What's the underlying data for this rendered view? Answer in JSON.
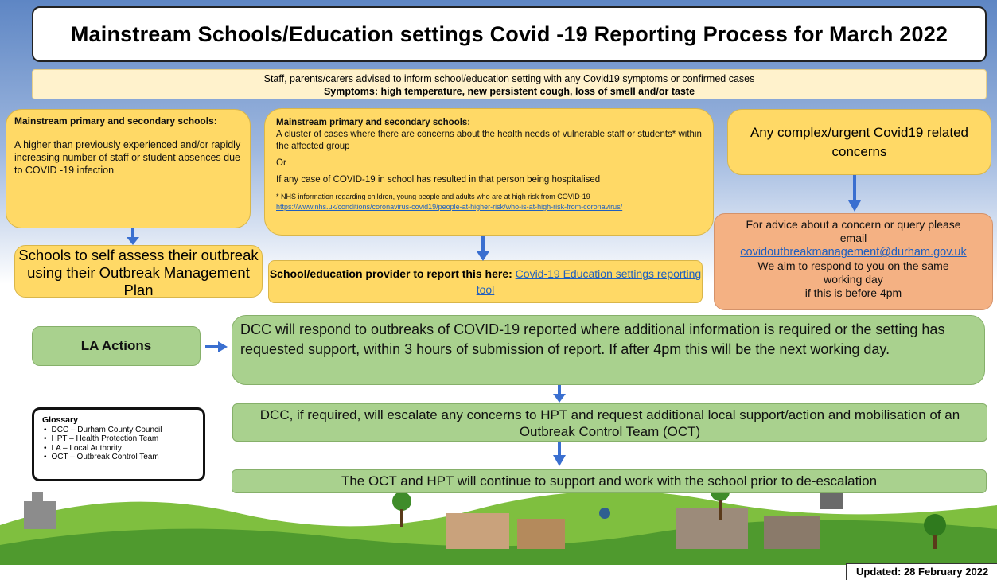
{
  "title": "Mainstream Schools/Education settings Covid -19 Reporting Process for March 2022",
  "advice": {
    "line1": "Staff, parents/carers advised to inform school/education setting with any Covid19 symptoms or confirmed cases",
    "line2": "Symptoms: high temperature, new persistent cough, loss of smell and/or taste"
  },
  "left": {
    "heading": "Mainstream primary and secondary schools:",
    "text": "A higher than previously experienced and/or rapidly increasing number of staff or student absences due to COVID -19 infection"
  },
  "middle": {
    "heading": "Mainstream primary and secondary schools:",
    "text1": "A cluster of cases where there are concerns about the health needs of vulnerable staff or students* within the affected group",
    "or": "Or",
    "text2": "If any case of COVID-19 in school has resulted in that person being hospitalised",
    "note": "* NHS information regarding children, young people and adults who are at high risk from COVID-19",
    "link": "https://www.nhs.uk/conditions/coronavirus-covid19/people-at-higher-risk/who-is-at-high-risk-from-coronavirus/"
  },
  "right": {
    "text": "Any complex/urgent Covid19 related concerns"
  },
  "self_assess": "Schools to self assess their outbreak using their Outbreak Management Plan",
  "report": {
    "text": "School/education provider to report this here: ",
    "link": "Covid-19 Education settings reporting tool"
  },
  "email": {
    "line1": "For advice about a concern or query please",
    "line2": "email",
    "address": "covidoutbreakmanagement@durham.gov.uk",
    "line3": "We aim to respond to you on the same",
    "line4": "working day",
    "line5": "if this is before 4pm"
  },
  "la": {
    "label": "LA Actions",
    "respond": "DCC will respond to outbreaks of COVID-19 reported where additional information is required or the setting has requested support, within 3 hours of submission of report. If after 4pm this will be the next working day.",
    "escalate": "DCC, if required, will escalate any concerns to HPT and request additional local support/action and mobilisation of an Outbreak Control Team (OCT)",
    "oct": "The OCT and HPT will continue to support and work with the school prior to de-escalation"
  },
  "glossary": {
    "heading": "Glossary",
    "items": [
      "DCC – Durham County Council",
      "HPT – Health Protection Team",
      "LA – Local Authority",
      "OCT – Outbreak Control Team"
    ]
  },
  "updated": "Updated: 28 February 2022",
  "colors": {
    "yellow": "#ffd966",
    "green": "#a9d18e",
    "orange": "#f4b183",
    "arrow": "#3a6fd0",
    "link": "#1f5fbf"
  }
}
